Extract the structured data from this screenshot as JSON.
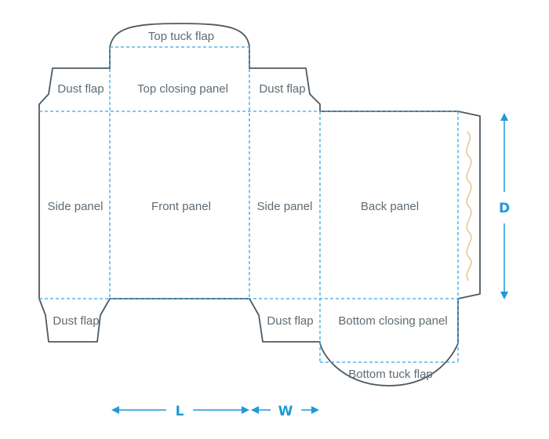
{
  "labels": {
    "top_tuck_flap": "Top tuck flap",
    "top_closing_panel": "Top closing panel",
    "dust_flap_top_left": "Dust flap",
    "dust_flap_top_right": "Dust flap",
    "side_panel_left": "Side panel",
    "front_panel": "Front panel",
    "side_panel_right": "Side panel",
    "back_panel": "Back panel",
    "dust_flap_bottom_left": "Dust flap",
    "dust_flap_bottom_right": "Dust flap",
    "bottom_closing_panel": "Bottom closing panel",
    "bottom_tuck_flap": "Bottom tuck flap"
  },
  "dimensions": {
    "length": "L",
    "width": "W",
    "depth": "D"
  },
  "colors": {
    "cut_line": "#4d5a63",
    "fold_line": "#35a9e1",
    "dimension": "#1e9ad6",
    "label_text": "#5f6b73",
    "glue_zigzag": "#e8c79a"
  }
}
